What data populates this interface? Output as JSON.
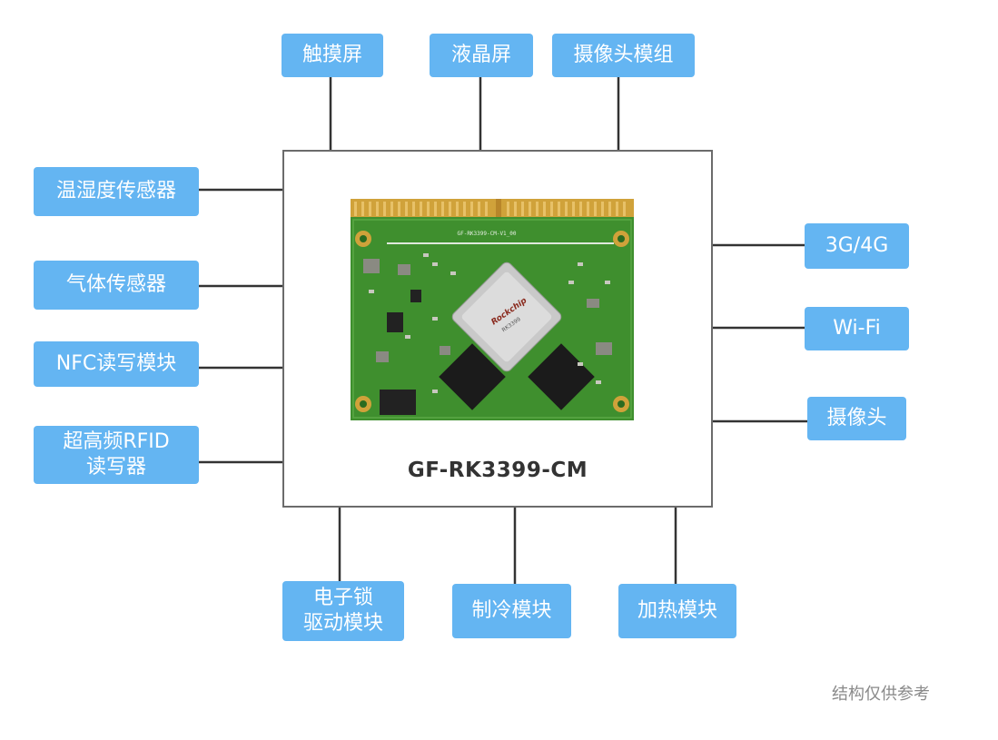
{
  "core": {
    "title": "GF-RK3399-CM"
  },
  "board": {
    "chip_brand": "Rockchip",
    "chip_model": "RK3399",
    "silk_label": "GF-RK3399-CM-V1_00"
  },
  "modules": {
    "top": [
      {
        "label": "触摸屏"
      },
      {
        "label": "液晶屏"
      },
      {
        "label": "摄像头模组"
      }
    ],
    "left": [
      {
        "label": "温湿度传感器"
      },
      {
        "label": "气体传感器"
      },
      {
        "label": "NFC读写模块"
      },
      {
        "line1": "超高频RFID",
        "line2": "读写器"
      }
    ],
    "right": [
      {
        "label": "3G/4G"
      },
      {
        "label": "Wi-Fi"
      },
      {
        "label": "摄像头"
      }
    ],
    "bottom": [
      {
        "line1": "电子锁",
        "line2": "驱动模块"
      },
      {
        "label": "制冷模块"
      },
      {
        "label": "加热模块"
      }
    ]
  },
  "footnote": "结构仅供参考",
  "colors": {
    "module_fill": "#64b5f2",
    "line": "#333333",
    "board_green": "#3f8f2e",
    "gold": "#d0a23a"
  }
}
